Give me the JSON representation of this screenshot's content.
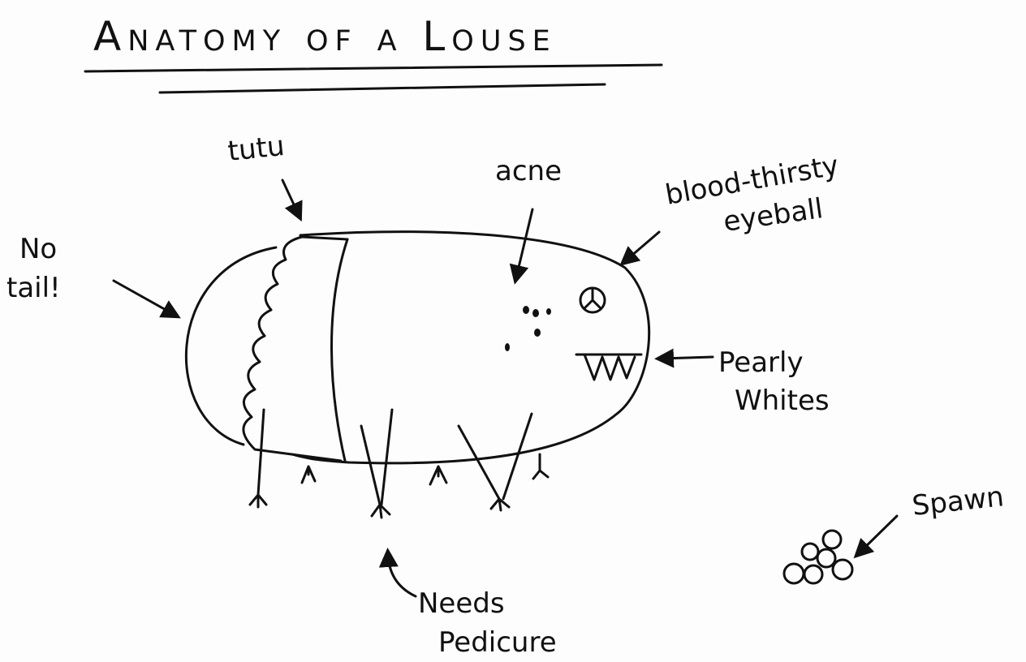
{
  "title": "Anatomy of a Louse",
  "labels": {
    "tutu": "tutu",
    "acne": "acne",
    "eyeball_line1": "blood-thirsty",
    "eyeball_line2": "eyeball",
    "tail_line1": "No",
    "tail_line2": "tail!",
    "teeth_line1": "Pearly",
    "teeth_line2": "Whites",
    "spawn": "Spawn",
    "pedicure_line1": "Needs",
    "pedicure_line2": "Pedicure"
  }
}
